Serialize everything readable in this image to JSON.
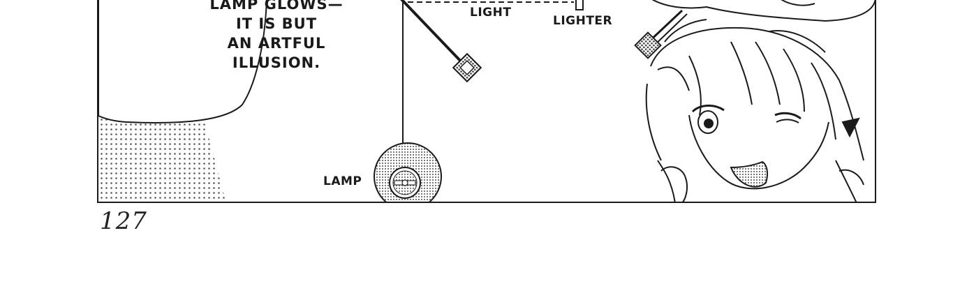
{
  "speech_bubble": {
    "lines": [
      "LAMP GLOWS—",
      "IT IS BUT",
      "AN ARTFUL",
      "ILLUSION."
    ]
  },
  "diagram_labels": {
    "light": "LIGHT",
    "lighter": "LIGHTER",
    "lamp": "LAMP"
  },
  "page_number": "127",
  "colors": {
    "ink": "#1a1a1a",
    "paper": "#ffffff",
    "screentone": "#8a8a8a"
  },
  "icons": [
    "lamp-icon",
    "diamond-marker-icon",
    "character-illustration"
  ]
}
